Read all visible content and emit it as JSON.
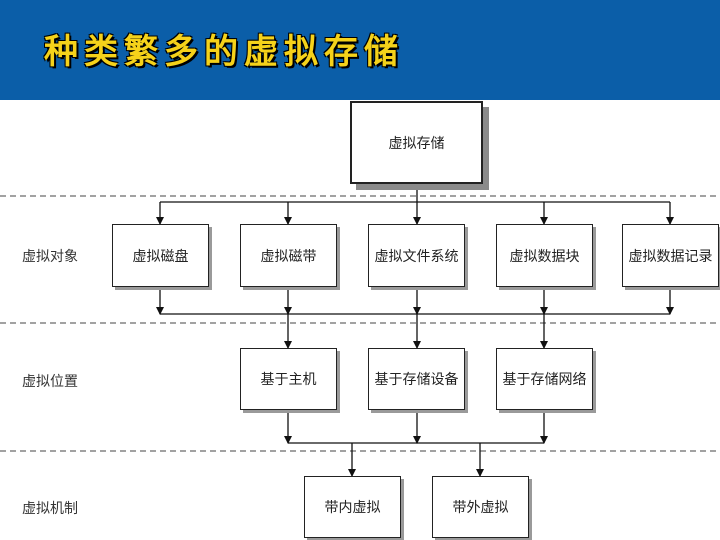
{
  "title": "种类繁多的虚拟存储",
  "root": "虚拟存储",
  "rows": [
    {
      "label": "虚拟对象",
      "items": [
        "虚拟磁盘",
        "虚拟磁带",
        "虚拟文件系统",
        "虚拟数据块",
        "虚拟数据记录"
      ]
    },
    {
      "label": "虚拟位置",
      "items": [
        "基于主机",
        "基于存储设备",
        "基于存储网络"
      ]
    },
    {
      "label": "虚拟机制",
      "items": [
        "带内虚拟",
        "带外虚拟"
      ]
    }
  ],
  "colors": {
    "header": "#0b5ea8",
    "title": "#f5d21a"
  }
}
